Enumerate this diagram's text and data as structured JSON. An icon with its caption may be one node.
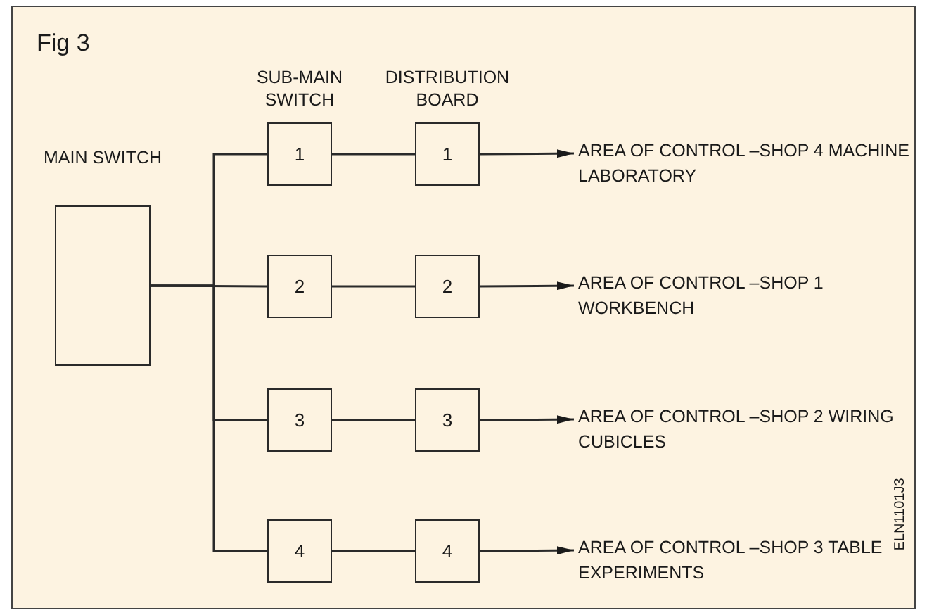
{
  "diagram": {
    "title": "Fig 3",
    "nodes": [
      {
        "text": [
          "MAIN SWITCH"
        ]
      },
      {
        "text": [
          "1"
        ]
      },
      {
        "text": [
          "2"
        ]
      },
      {
        "text": [
          "3"
        ]
      },
      {
        "text": [
          "4"
        ]
      },
      {
        "text": [
          "1"
        ]
      },
      {
        "text": [
          "2"
        ]
      },
      {
        "text": [
          "3"
        ]
      },
      {
        "text": [
          "4"
        ]
      },
      {
        "text": [
          "AREA OF CONTROL –SHOP 4 MACHINE LABORATORY"
        ]
      },
      {
        "text": [
          "AREA OF CONTROL –SHOP 1 WORKBENCH"
        ]
      },
      {
        "text": [
          "AREA OF CONTROL –SHOP 2 WIRING CUBICLES"
        ]
      },
      {
        "text": [
          "AREA OF CONTROL –SHOP 3 TABLE EXPERIMENTS"
        ]
      }
    ],
    "edges": [
      {
        "from": 0,
        "to": 1,
        "arrow": "none"
      },
      {
        "from": 0,
        "to": 2,
        "arrow": "none"
      },
      {
        "from": 0,
        "to": 3,
        "arrow": "none"
      },
      {
        "from": 0,
        "to": 4,
        "arrow": "none"
      },
      {
        "from": 1,
        "to": 5,
        "arrow": "none"
      },
      {
        "from": 2,
        "to": 6,
        "arrow": "none"
      },
      {
        "from": 3,
        "to": 7,
        "arrow": "none"
      },
      {
        "from": 4,
        "to": 8,
        "arrow": "none"
      },
      {
        "from": 5,
        "to": 9,
        "arrow": "to"
      },
      {
        "from": 6,
        "to": 10,
        "arrow": "to"
      },
      {
        "from": 7,
        "to": 11,
        "arrow": "to"
      },
      {
        "from": 8,
        "to": 12,
        "arrow": "to"
      }
    ],
    "labels": [
      "SUB-MAIN SWITCH",
      "DISTRIBUTION BOARD",
      "ELN1101J3"
    ]
  }
}
